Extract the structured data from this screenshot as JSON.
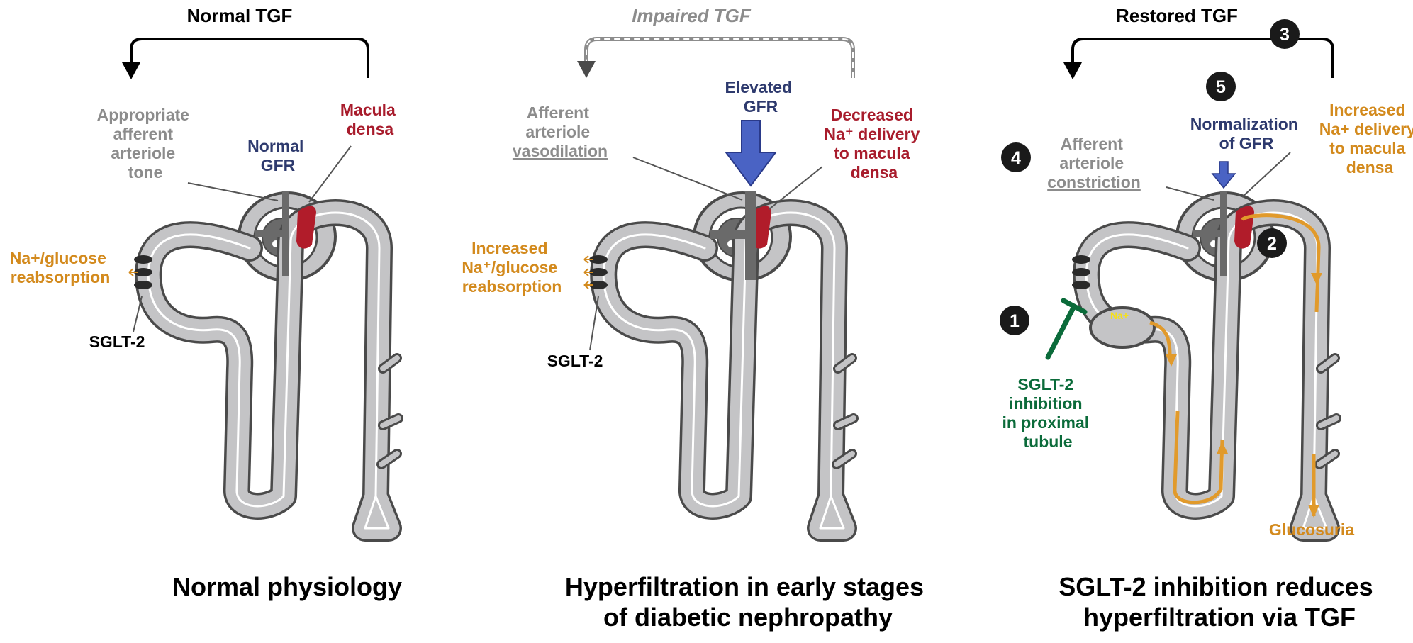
{
  "colors": {
    "tubule_fill": "#c4c4c6",
    "tubule_outline": "#4a4a4a",
    "gray_label": "#8c8c8c",
    "blue_label": "#2e3a6e",
    "red_label": "#a81c2c",
    "orange_label": "#d38a1d",
    "green_label": "#0b6b3a",
    "arrow_blue": "#4a63c4",
    "macula_red": "#b11c2a",
    "flow_orange": "#e19a2b",
    "marker_black": "#1a1a1a"
  },
  "panels": [
    {
      "title": "Normal TGF",
      "labels": {
        "afferent": [
          "Appropriate",
          "afferent",
          "arteriole",
          "tone"
        ],
        "gfr": [
          "Normal",
          "GFR"
        ],
        "macula": [
          "Macula",
          "densa"
        ],
        "reabsorption": [
          "Na+/glucose",
          "reabsorption"
        ],
        "sglt2": "SGLT-2"
      },
      "caption": [
        "Normal physiology"
      ]
    },
    {
      "title": "Impaired TGF",
      "labels": {
        "afferent": [
          "Afferent",
          "arteriole",
          "vasodilation"
        ],
        "gfr": [
          "Elevated",
          "GFR"
        ],
        "macula": [
          "Decreased",
          "Na⁺ delivery",
          "to macula",
          "densa"
        ],
        "reabsorption": [
          "Increased",
          "Na⁺/glucose",
          "reabsorption"
        ],
        "sglt2": "SGLT-2"
      },
      "caption": [
        "Hyperfiltration in early stages",
        "of diabetic nephropathy"
      ]
    },
    {
      "title": "Restored TGF",
      "labels": {
        "afferent": [
          "Afferent",
          "arteriole",
          "constriction"
        ],
        "gfr": [
          "Normalization",
          "of GFR"
        ],
        "macula": [
          "Increased",
          "Na+ delivery",
          "to macula",
          "densa"
        ],
        "inhibition": [
          "SGLT-2",
          "inhibition",
          "in proximal",
          "tubule"
        ],
        "sodium": "Na+",
        "glucosuria": "Glucosuria"
      },
      "markers": [
        "1",
        "2",
        "3",
        "4",
        "5"
      ],
      "caption": [
        "SGLT-2 inhibition reduces",
        "hyperfiltration via TGF"
      ]
    }
  ]
}
